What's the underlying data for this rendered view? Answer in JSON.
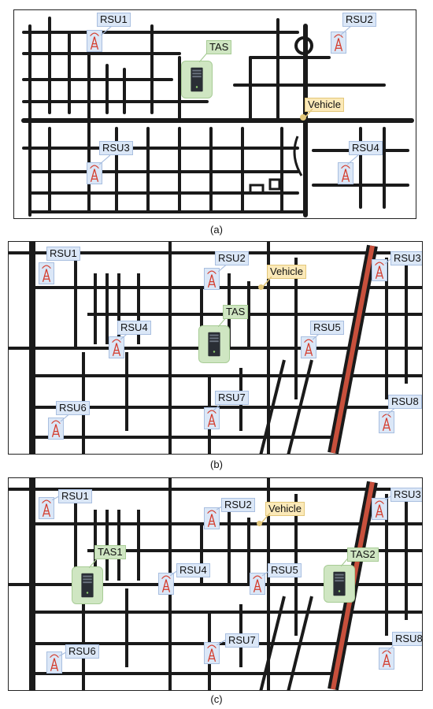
{
  "panels": [
    {
      "id": "a",
      "caption": "(a)",
      "rsus": [
        "RSU1",
        "RSU2",
        "RSU3",
        "RSU4"
      ],
      "servers": [
        "TAS"
      ],
      "vehicle": "Vehicle"
    },
    {
      "id": "b",
      "caption": "(b)",
      "rsus": [
        "RSU1",
        "RSU2",
        "RSU3",
        "RSU4",
        "RSU5",
        "RSU6",
        "RSU7",
        "RSU8"
      ],
      "servers": [
        "TAS"
      ],
      "vehicle": "Vehicle"
    },
    {
      "id": "c",
      "caption": "(c)",
      "rsus": [
        "RSU1",
        "RSU2",
        "RSU3",
        "RSU4",
        "RSU5",
        "RSU6",
        "RSU7",
        "RSU8"
      ],
      "servers": [
        "TAS1",
        "TAS2"
      ],
      "vehicle": "Vehicle"
    }
  ],
  "colors": {
    "road": "#1a1a1a",
    "highway": "#c8503c",
    "rsu_box": "#dbe7f7",
    "server_box": "#cfe6c2",
    "vehicle_box": "#fbe9b8"
  }
}
